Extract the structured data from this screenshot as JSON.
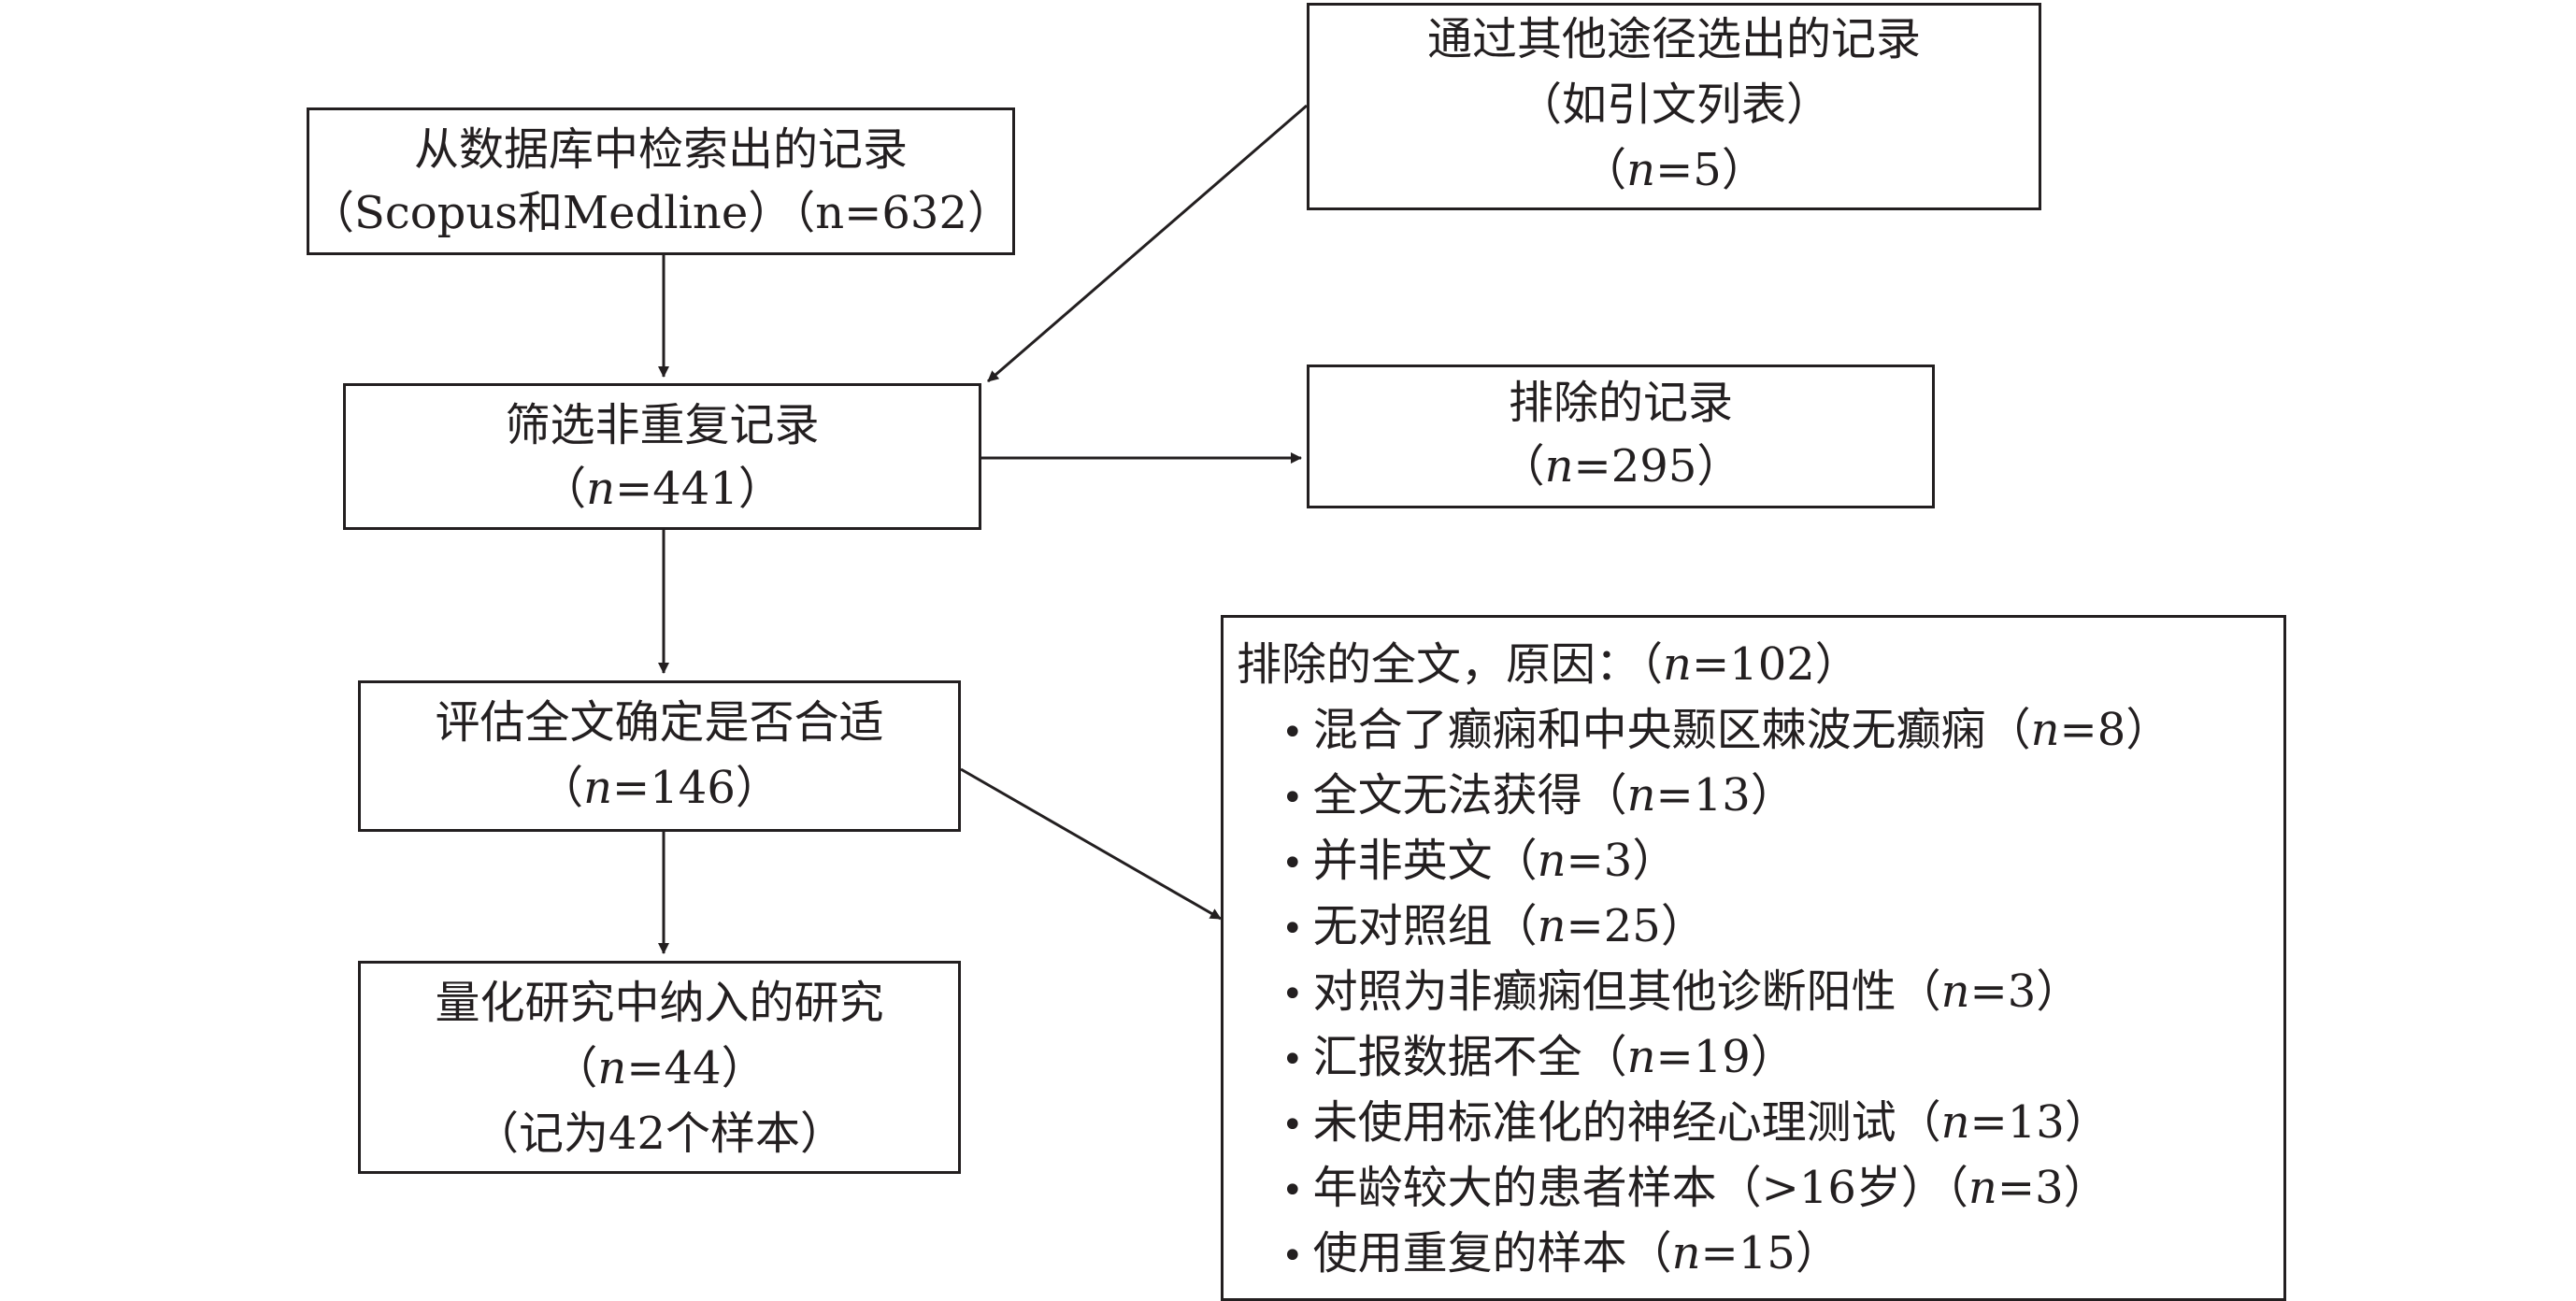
{
  "nodes": {
    "database": {
      "line1": "从数据库中检索出的记录",
      "line2": "（Scopus和Medline）（n=632）"
    },
    "other_sources": {
      "line1": "通过其他途径选出的记录",
      "line2": "（如引文列表）",
      "n_label": "n",
      "n_value": "=5"
    },
    "screened": {
      "line1": "筛选非重复记录",
      "n_label": "n",
      "n_value": "=441"
    },
    "excluded_records": {
      "line1": "排除的记录",
      "n_label": "n",
      "n_value": "=295"
    },
    "fulltext_assessed": {
      "line1": "评估全文确定是否合适",
      "n_label": "n",
      "n_value": "=146"
    },
    "included": {
      "line1": "量化研究中纳入的研究",
      "n_label": "n",
      "n_value": "=44",
      "line3": "（记为42个样本）"
    },
    "excluded_fulltext": {
      "title": "排除的全文，原因：",
      "n_label": "n",
      "n_value": "=102",
      "bullet": "•",
      "reasons": [
        {
          "text": "混合了癫痫和中央颞区棘波无癫痫",
          "n_label": "n",
          "n_value": "=8"
        },
        {
          "text": "全文无法获得",
          "n_label": "n",
          "n_value": "=13"
        },
        {
          "text": "并非英文",
          "n_label": "n",
          "n_value": "=3"
        },
        {
          "text": "无对照组",
          "n_label": "n",
          "n_value": "=25"
        },
        {
          "text": "对照为非癫痫但其他诊断阳性",
          "n_label": "n",
          "n_value": "=3"
        },
        {
          "text": "汇报数据不全",
          "n_label": "n",
          "n_value": "=19"
        },
        {
          "text": "未使用标准化的神经心理测试",
          "n_label": "n",
          "n_value": "=13"
        },
        {
          "text": "年龄较大的患者样本（>16岁）",
          "n_label": "n",
          "n_value": "=3"
        },
        {
          "text": "使用重复的样本",
          "n_label": "n",
          "n_value": "=15"
        }
      ]
    }
  }
}
